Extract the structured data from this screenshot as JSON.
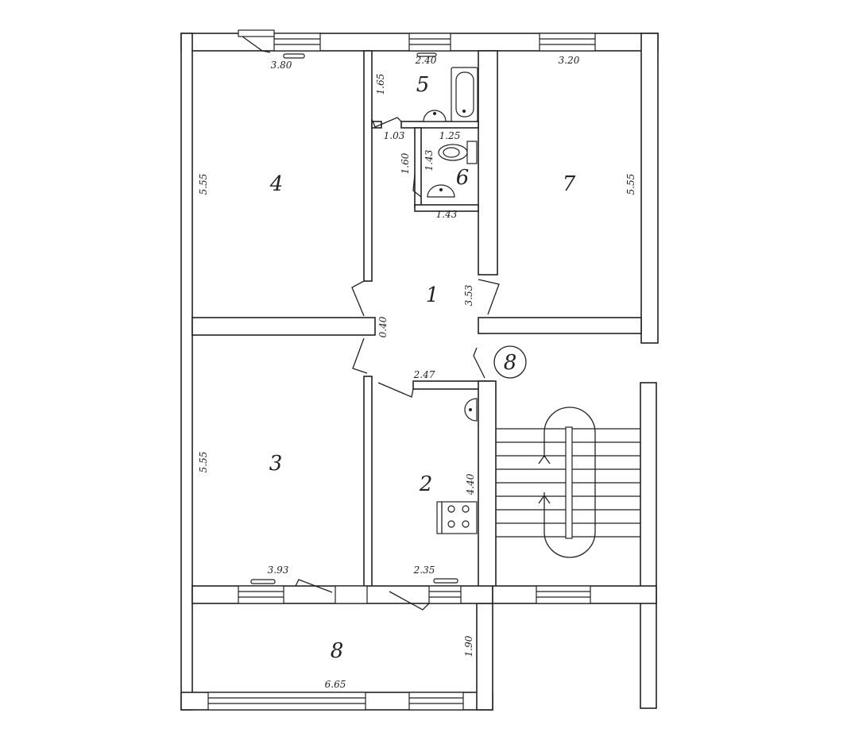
{
  "rooms": [
    {
      "id": "1",
      "label": "1"
    },
    {
      "id": "2",
      "label": "2"
    },
    {
      "id": "3",
      "label": "3"
    },
    {
      "id": "4",
      "label": "4"
    },
    {
      "id": "5",
      "label": "5"
    },
    {
      "id": "6",
      "label": "6"
    },
    {
      "id": "7",
      "label": "7"
    },
    {
      "id": "8",
      "label": "8"
    }
  ],
  "circled_label": "8",
  "dimensions": {
    "room4_width": "3.80",
    "room4_height": "5.55",
    "room5_width": "2.40",
    "room5_height": "1.65",
    "passage_width": "1.03",
    "room6_width": "1.25",
    "room6_height_outer": "1.60",
    "room6_height_inner": "1.43",
    "room6_bottom": "1.43",
    "room7_width": "3.20",
    "room7_height": "5.55",
    "hall_height": "3.53",
    "hall_width": "0.40",
    "room2_top": "2.47",
    "room2_height": "4.40",
    "room2_bottom": "2.35",
    "room3_height": "5.55",
    "room3_bottom": "3.93",
    "balcony_height": "1.90",
    "balcony_width": "6.65"
  }
}
